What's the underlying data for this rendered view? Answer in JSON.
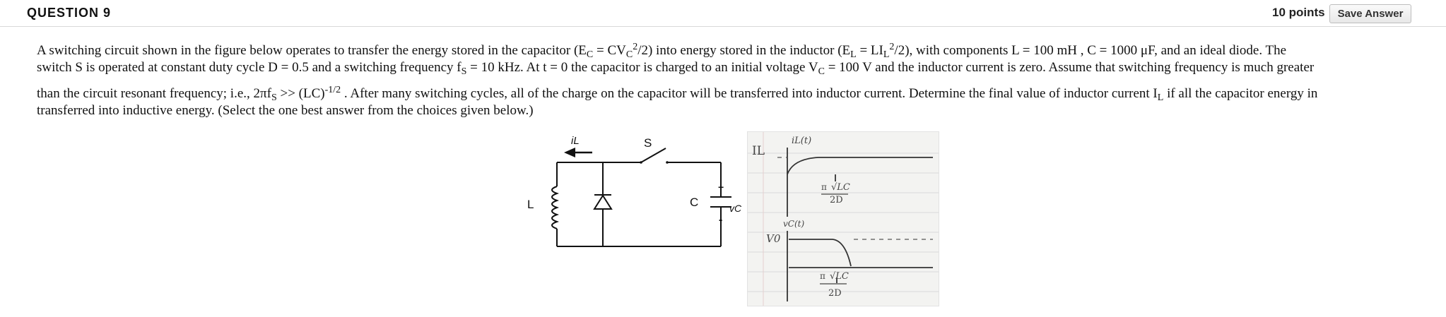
{
  "header": {
    "question_title": "QUESTION 9",
    "points": "10 points",
    "save_button": "Save Answer"
  },
  "question": {
    "lines": [
      [
        {
          "t": "A switching circuit shown in the figure below operates to transfer the energy stored in the capacitor (E"
        },
        {
          "t": "C",
          "sub": true
        },
        {
          "t": " = CV"
        },
        {
          "t": "C",
          "sub": true
        },
        {
          "t": "2",
          "sup": true
        },
        {
          "t": "/2) into energy stored in the inductor (E"
        },
        {
          "t": "L",
          "sub": true
        },
        {
          "t": " = LI"
        },
        {
          "t": "L",
          "sub": true
        },
        {
          "t": "2",
          "sup": true
        },
        {
          "t": "/2), with components  L = 100 mH ,  C = 1000 μF, and an ideal diode.  The"
        }
      ],
      [
        {
          "t": "switch S is operated at constant duty cycle D = 0.5 and a switching frequency f"
        },
        {
          "t": "S",
          "sub": true
        },
        {
          "t": " = 10 kHz.  At  t = 0  the capacitor is charged to an initial voltage  V"
        },
        {
          "t": "C",
          "sub": true
        },
        {
          "t": " = 100 V  and the inductor current is zero.  Assume that switching frequency is much greater"
        }
      ],
      [
        {
          "t": "than the circuit resonant frequency; i.e.,  2πf"
        },
        {
          "t": "S",
          "sub": true
        },
        {
          "t": " >> (LC)"
        },
        {
          "t": "-1/2",
          "sup": true
        },
        {
          "t": " .  After many switching cycles, all of the charge on the capacitor will be transferred into inductor current.  Determine the final value of inductor current I"
        },
        {
          "t": "L",
          "sub": true
        },
        {
          "t": "  if all the capacitor energy in"
        }
      ],
      [
        {
          "t": "transferred into inductive energy.  (Select the one best answer from the choices given below.)"
        }
      ]
    ]
  },
  "figure": {
    "circuit": {
      "current_label": "iL",
      "switch_label": "S",
      "inductor_label": "L",
      "capacitor_label": "C",
      "plus_label": "+",
      "voltage_label": "vC",
      "minus_label": "-"
    },
    "sketch": {
      "il_label": "IL",
      "current_label": "iL(t)",
      "voltage_axis_label": "vC(t)",
      "v0_label": "V0",
      "pi_label": "π",
      "sqrt_label": "√LC",
      "denominator_label": "2D"
    }
  }
}
